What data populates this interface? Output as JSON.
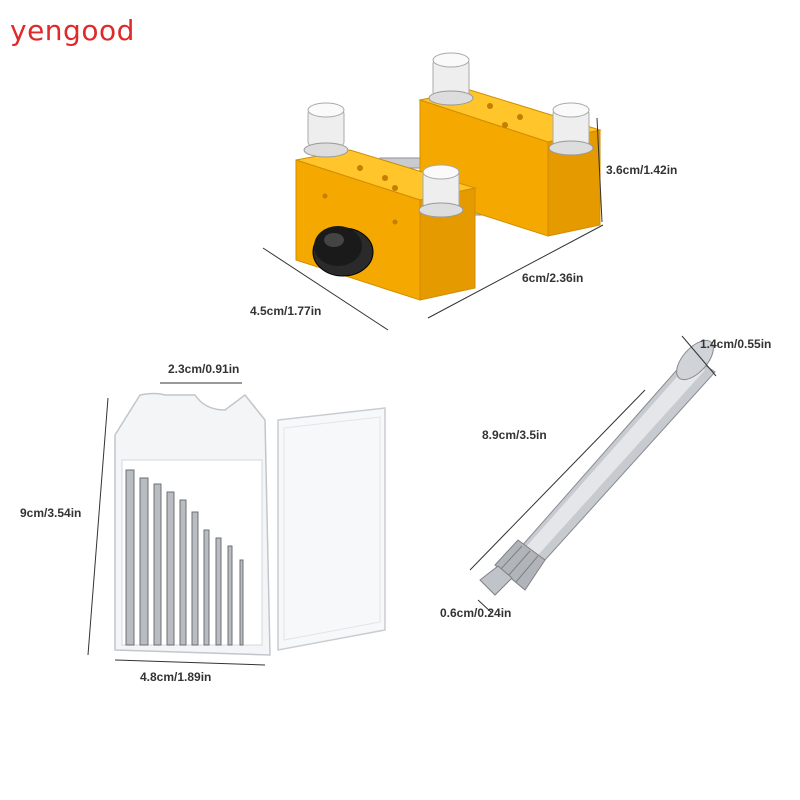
{
  "watermark": "yengood",
  "colors": {
    "watermark": "#e02a2a",
    "vise_body": "#f5a800",
    "vise_top": "#ffc52a",
    "pin": "#eeeeee",
    "knob": "#1f1f1f",
    "box": "#f4f6f8",
    "metal": "#b9bcc0"
  },
  "dimensions": {
    "vise_height": "3.6cm/1.42in",
    "vise_length": "6cm/2.36in",
    "vise_width": "4.5cm/1.77in",
    "box_width_top": "2.3cm/0.91in",
    "box_height": "9cm/3.54in",
    "box_width_bottom": "4.8cm/1.89in",
    "vise_handle_head": "1.4cm/0.55in",
    "vise_handle_length": "8.9cm/3.5in",
    "vise_handle_tip": "0.6cm/0.24in"
  },
  "icons": [
    "watch-vise-icon",
    "drill-bit-box-icon",
    "pin-vise-drill-icon"
  ]
}
